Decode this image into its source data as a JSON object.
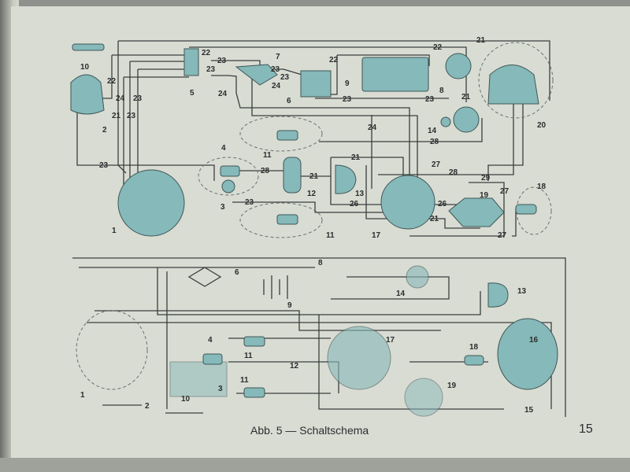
{
  "caption": "Abb. 5 — Schaltschema",
  "page_number": "15",
  "upper_components": [
    "10",
    "2",
    "1",
    "5",
    "7",
    "6",
    "9",
    "8",
    "14",
    "20",
    "4",
    "3",
    "11",
    "11",
    "12",
    "13",
    "17",
    "19",
    "18"
  ],
  "upper_wires": [
    "21",
    "22",
    "22",
    "23",
    "23",
    "22",
    "23",
    "23",
    "24",
    "22",
    "24",
    "23",
    "21",
    "23",
    "24",
    "23",
    "23",
    "21",
    "24",
    "28",
    "23",
    "28",
    "21",
    "23",
    "21",
    "27",
    "28",
    "29",
    "27",
    "26",
    "26",
    "21",
    "27"
  ],
  "lower_components": [
    "8",
    "6",
    "9",
    "14",
    "13",
    "17",
    "4",
    "11",
    "12",
    "3",
    "11",
    "16",
    "18",
    "19",
    "15",
    "2",
    "10",
    "1"
  ],
  "colors": {
    "paper": "#d9dcd3",
    "component": "#86b9b9",
    "line": "#3a3f3f"
  }
}
